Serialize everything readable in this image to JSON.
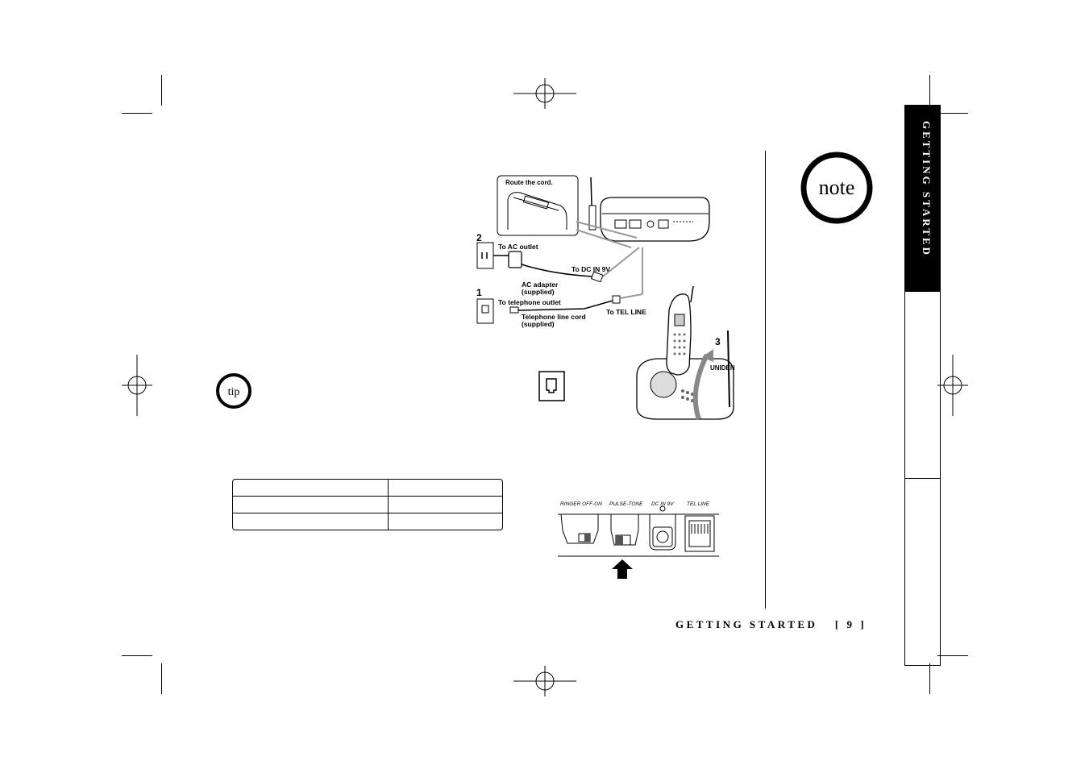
{
  "diagram": {
    "route_cord": "Route the cord.",
    "step1": "1",
    "step2": "2",
    "step3": "3",
    "to_ac_outlet": "To AC outlet",
    "to_dc_in": "To DC IN 9V",
    "ac_adapter_line1": "AC adapter",
    "ac_adapter_line2": "(supplied)",
    "to_telephone_outlet": "To telephone outlet",
    "to_tel_line": "To TEL LINE",
    "tel_cord_line1": "Telephone line cord",
    "tel_cord_line2": "(supplied)",
    "brand": "UNIDEN"
  },
  "panel": {
    "ringer": "RINGER OFF-ON",
    "pulse_tone": "PULSE-TONE",
    "dc_in": "DC IN 9V",
    "tel_line": "TEL LINE"
  },
  "note_label": "note",
  "tip_label": "tip",
  "side_tab": "GETTING STARTED",
  "footer": {
    "section": "GETTING STARTED",
    "page": "[ 9 ]"
  }
}
